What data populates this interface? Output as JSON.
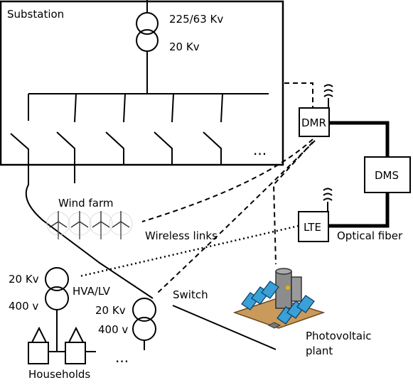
{
  "labels": {
    "substation": "Substation",
    "hv_voltage": "225/63 Kv",
    "mv_voltage": "20 Kv",
    "ellipsis_substation": "...",
    "dmr": "DMR",
    "dms": "DMS",
    "lte": "LTE",
    "wind_farm": "Wind farm",
    "wireless_links": "Wireless links",
    "optical_fiber": "Optical fiber",
    "transformer1_top": "20 Kv",
    "transformer1_bottom": "400 v",
    "transformer1_name": "HVA/LV",
    "transformer2_top": "20 Kv",
    "transformer2_bottom": "400 v",
    "switch": "Switch",
    "pv_line1": "Photovoltaic",
    "pv_line2": "plant",
    "households": "Households",
    "ellipsis_households": "..."
  },
  "icons": {
    "transformer": "transformer-icon",
    "antenna": "antenna-icon",
    "wind_turbine": "wind-turbine-icon",
    "house": "house-icon",
    "solar_plant": "photovoltaic-plant-icon"
  }
}
